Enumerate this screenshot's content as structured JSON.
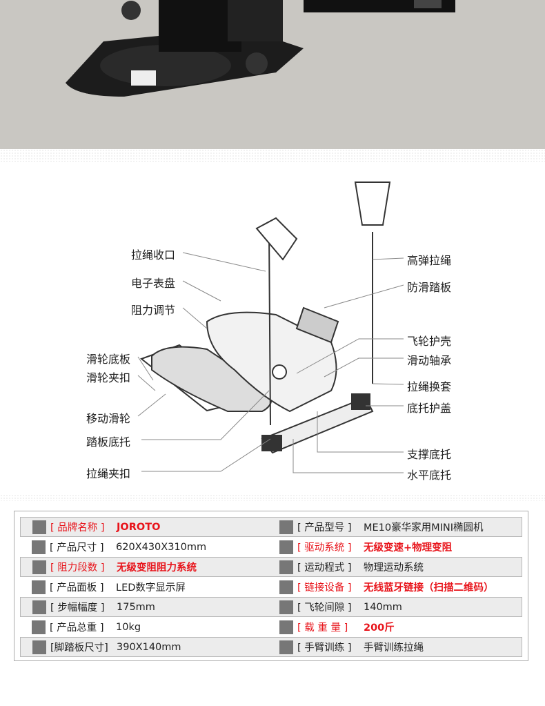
{
  "diagram": {
    "left_labels": [
      "拉绳收口",
      "电子表盘",
      "阻力调节",
      "滑轮底板",
      "滑轮夹扣",
      "移动滑轮",
      "踏板底托",
      "拉绳夹扣"
    ],
    "right_labels": [
      "高弹拉绳",
      "防滑踏板",
      "飞轮护壳",
      "滑动轴承",
      "拉绳换套",
      "底托护盖",
      "支撑底托",
      "水平底托"
    ]
  },
  "specs": [
    {
      "left": {
        "key": "[ 品牌名称 ]",
        "value": "JOROTO",
        "highlight": true
      },
      "right": {
        "key": "[ 产品型号 ]",
        "value": "ME10豪华家用MINI椭圆机",
        "highlight": false
      }
    },
    {
      "left": {
        "key": "[ 产品尺寸 ]",
        "value": "620X430X310mm",
        "highlight": false
      },
      "right": {
        "key": "[ 驱动系统 ]",
        "value": "无级变速+物理变阻",
        "highlight": true
      }
    },
    {
      "left": {
        "key": "[ 阻力段数 ]",
        "value": "无级变阻阻力系统",
        "highlight": true
      },
      "right": {
        "key": "[ 运动程式 ]",
        "value": "物理运动系统",
        "highlight": false
      }
    },
    {
      "left": {
        "key": "[ 产品面板 ]",
        "value": "LED数字显示屏",
        "highlight": false
      },
      "right": {
        "key": "[ 链接设备 ]",
        "value": "无线蓝牙链接（扫描二维码）",
        "highlight": true
      }
    },
    {
      "left": {
        "key": "[ 步幅幅度 ]",
        "value": "175mm",
        "highlight": false
      },
      "right": {
        "key": "[ 飞轮间隙 ]",
        "value": "140mm",
        "highlight": false
      }
    },
    {
      "left": {
        "key": "[ 产品总重 ]",
        "value": "10kg",
        "highlight": false
      },
      "right": {
        "key": "[ 载 重 量 ]",
        "value": "200斤",
        "highlight": true
      }
    },
    {
      "left": {
        "key": "[脚踏板尺寸]",
        "value": "390X140mm",
        "highlight": false
      },
      "right": {
        "key": "[ 手臂训练 ]",
        "value": "手臂训练拉绳",
        "highlight": false
      }
    }
  ]
}
